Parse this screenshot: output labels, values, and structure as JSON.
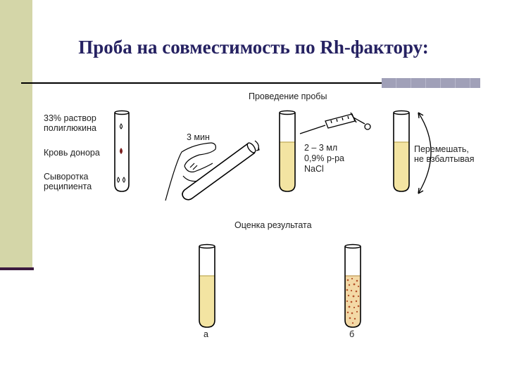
{
  "title": "Проба на совместимость по Rh-фактору:",
  "stage1": {
    "reagent_labels": [
      "33% раствор полиглюкина",
      "Кровь донора",
      "Сыворотка реципиента"
    ],
    "time_label": "3 мин"
  },
  "stage2": {
    "header": "Проведение пробы",
    "saline_label": [
      "2 – 3 мл",
      "0,9% р-ра",
      "NaCl"
    ],
    "mix_label": [
      "Перемешать,",
      "не взбалтывая"
    ]
  },
  "stage3": {
    "header": "Оценка результата",
    "result_a": "а",
    "result_b": "б"
  },
  "colors": {
    "title": "#262262",
    "liquid": "#f3e4a2",
    "agglutinate": "#b5532a",
    "donor_blood": "#7a1f1f",
    "accent_bar": "#d4d6a8"
  }
}
